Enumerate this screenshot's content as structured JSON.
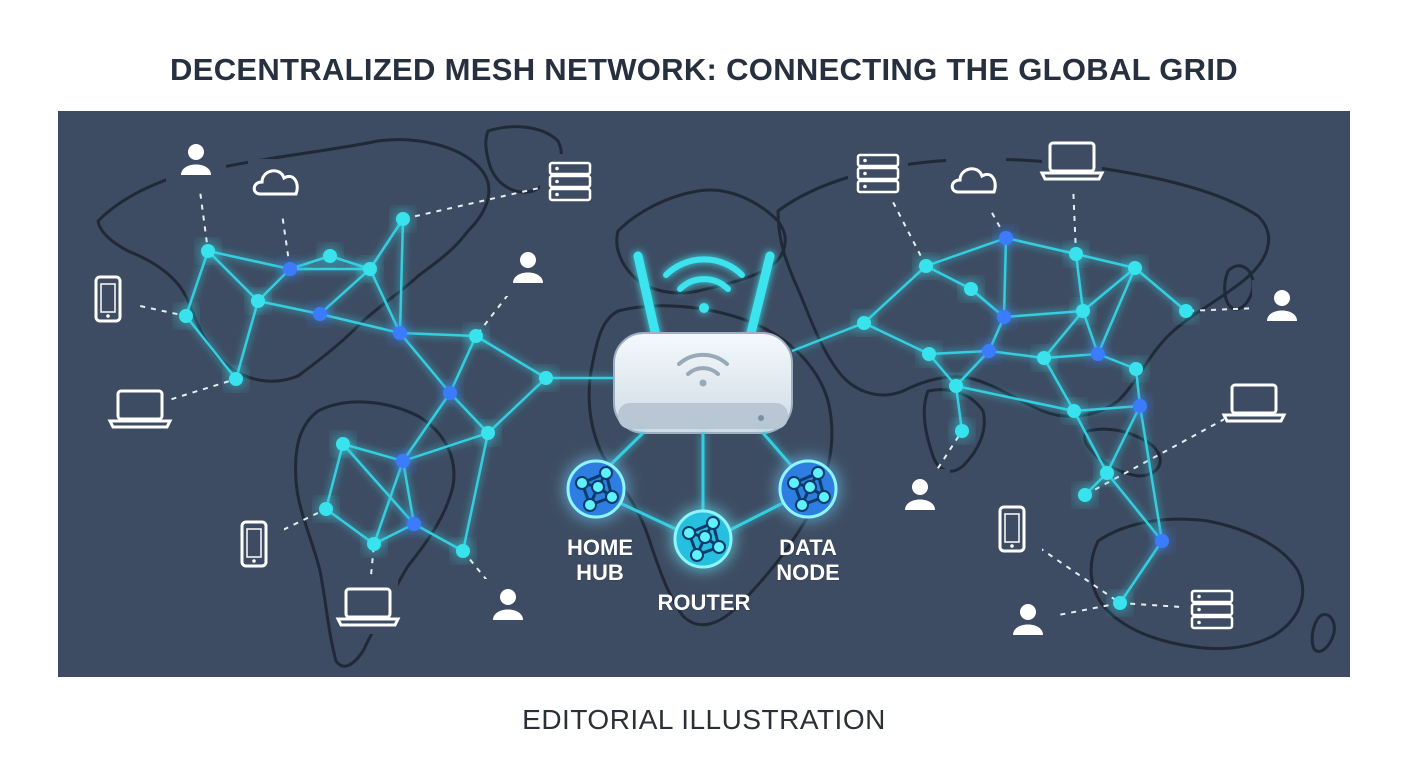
{
  "title": "DECENTRALIZED MESH NETWORK: CONNECTING THE GLOBAL GRID",
  "caption": "EDITORIAL ILLUSTRATION",
  "hubs": {
    "home_hub": [
      "HOME",
      "HUB"
    ],
    "router": [
      "ROUTER"
    ],
    "data_node": [
      "DATA",
      "NODE"
    ]
  },
  "colors": {
    "panel_bg": "#3d4c62",
    "node_cyan": "#37e3ee",
    "node_blue": "#3a7bff",
    "link": "#35cde0",
    "device": "#ffffff"
  },
  "devices": [
    {
      "type": "user"
    },
    {
      "type": "cloud"
    },
    {
      "type": "server"
    },
    {
      "type": "user"
    },
    {
      "type": "phone"
    },
    {
      "type": "laptop"
    },
    {
      "type": "phone"
    },
    {
      "type": "laptop"
    },
    {
      "type": "user"
    },
    {
      "type": "server"
    },
    {
      "type": "cloud"
    },
    {
      "type": "laptop"
    },
    {
      "type": "user"
    },
    {
      "type": "laptop"
    },
    {
      "type": "user"
    },
    {
      "type": "phone"
    },
    {
      "type": "server"
    },
    {
      "type": "user"
    }
  ]
}
